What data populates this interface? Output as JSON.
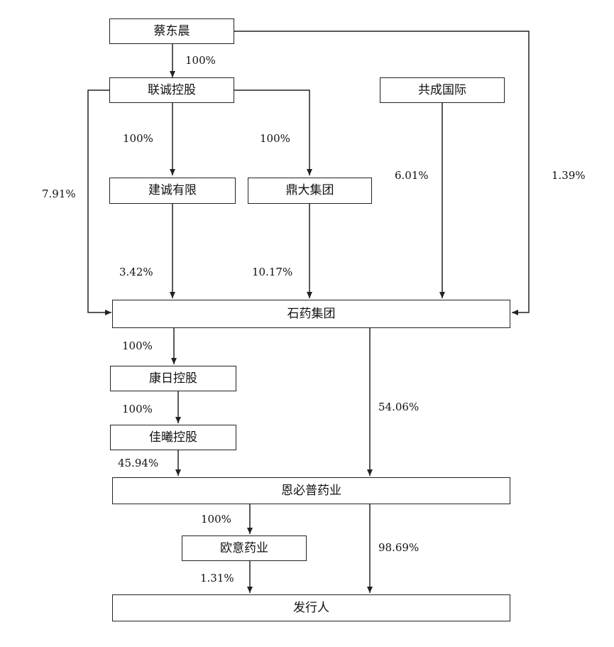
{
  "entities": {
    "cai_dongchen": "蔡东晨",
    "liancheng_holding": "联诚控股",
    "gongcheng_international": "共成国际",
    "jiancheng_limited": "建诚有限",
    "dingda_group": "鼎大集团",
    "cspc_group": "石药集团",
    "kangri_holding": "康日控股",
    "jiaxi_holding": "佳曦控股",
    "enbipu_pharma": "恩必普药业",
    "ouyi_pharma": "欧意药业",
    "issuer": "发行人"
  },
  "percentages": {
    "cai_to_liancheng": "100%",
    "liancheng_to_jiancheng": "100%",
    "liancheng_to_dingda": "100%",
    "liancheng_to_cspc": "7.91%",
    "gongcheng_to_cspc": "6.01%",
    "cai_to_cspc": "1.39%",
    "jiancheng_to_cspc": "3.42%",
    "dingda_to_cspc": "10.17%",
    "cspc_to_kangri": "100%",
    "kangri_to_jiaxi": "100%",
    "jiaxi_to_enbipu": "45.94%",
    "cspc_to_enbipu": "54.06%",
    "enbipu_to_ouyi": "100%",
    "ouyi_to_issuer": "1.31%",
    "enbipu_to_issuer": "98.69%"
  }
}
